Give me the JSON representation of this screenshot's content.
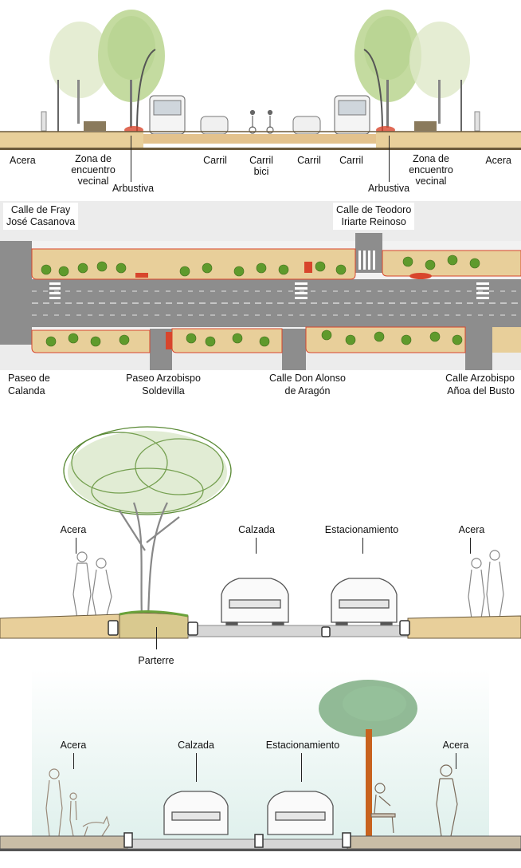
{
  "section1": {
    "labels": {
      "acera_left": "Acera",
      "zona_left": "Zona de\nencuentro\nvecinal",
      "arbustiva_left": "Arbustiva",
      "carril_1": "Carril",
      "carril_bici": "Carril\nbici",
      "carril_2": "Carril",
      "carril_3": "Carril",
      "arbustiva_right": "Arbustiva",
      "zona_right": "Zona de\nencuentro\nvecinal",
      "acera_right": "Acera"
    }
  },
  "plan": {
    "streets_top": [
      "Calle de Fray\nJosé Casanova",
      "Calle de Teodoro\nIriarte Reinoso"
    ],
    "streets_bottom": [
      "Paseo de\nCalanda",
      "Paseo Arzobispo\nSoldevilla",
      "Calle Don Alonso\nde Aragón",
      "Calle Arzobispo\nAñoa del Busto"
    ]
  },
  "section2": {
    "acera_left": "Acera",
    "calzada": "Calzada",
    "estacionamiento": "Estacionamiento",
    "acera_right": "Acera",
    "parterre": "Parterre"
  },
  "section3": {
    "acera_left": "Acera",
    "calzada": "Calzada",
    "estacionamiento": "Estacionamiento",
    "acera_right": "Acera"
  },
  "colors": {
    "road": "#8d8d8d",
    "sidewalk": "#e8cf9a",
    "green": "#5f9a2c",
    "accent": "#d8452c"
  }
}
